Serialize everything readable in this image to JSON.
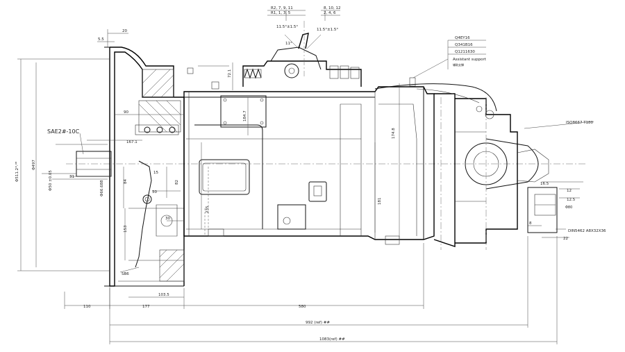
{
  "shift_pattern": {
    "gears_top": "R2, 7, 9, 11",
    "gears_top2": "R1, 1, 3, 5",
    "gears_right_top": "8, 10, 12",
    "gears_right_bottom": "2, 4, 6",
    "angle_left": "11.5°±1.5°",
    "angle_right": "11.5°±1.5°",
    "angle_center": "11°"
  },
  "callouts": {
    "bolt_q4": "Q4EY16",
    "bolt_q3": "Q341B16",
    "bolt_q2": "Q1211630",
    "assist_support": "Assistant support",
    "assist_support_cn": "辅助支撑",
    "iso": "ISO8667 T180",
    "din": "DIN5462 A8X32X36",
    "sae": "SAE2#-10C",
    "sb6": "SB6"
  },
  "dimensions": {
    "d20": "20",
    "d55": "5.5",
    "d721": "72.1",
    "d1847": "184.7",
    "d90": "90",
    "d1671": "167.1",
    "d31": "31",
    "d15": "15",
    "d84": "84",
    "d82": "82",
    "d50": "50",
    "d235": "235",
    "d153": "153",
    "d181": "181",
    "d1748": "174.8",
    "d30": "30",
    "d1035": "103.5",
    "d12": "12",
    "d125": "12.5",
    "d8": "8",
    "d22": "22",
    "d165": "16.5",
    "dia_511": "Φ511.2ⁱ⁰⸴⁰⁸",
    "dia_497": "Φ497",
    "dia_50": "Φ50 ±0.05",
    "dia_66": "Φ66.688",
    "dia_80": "Φ80",
    "d110": "110",
    "d177": "177",
    "d580": "580",
    "d992": "992 (ref) ##",
    "d1083": "1083(ref) ##"
  }
}
